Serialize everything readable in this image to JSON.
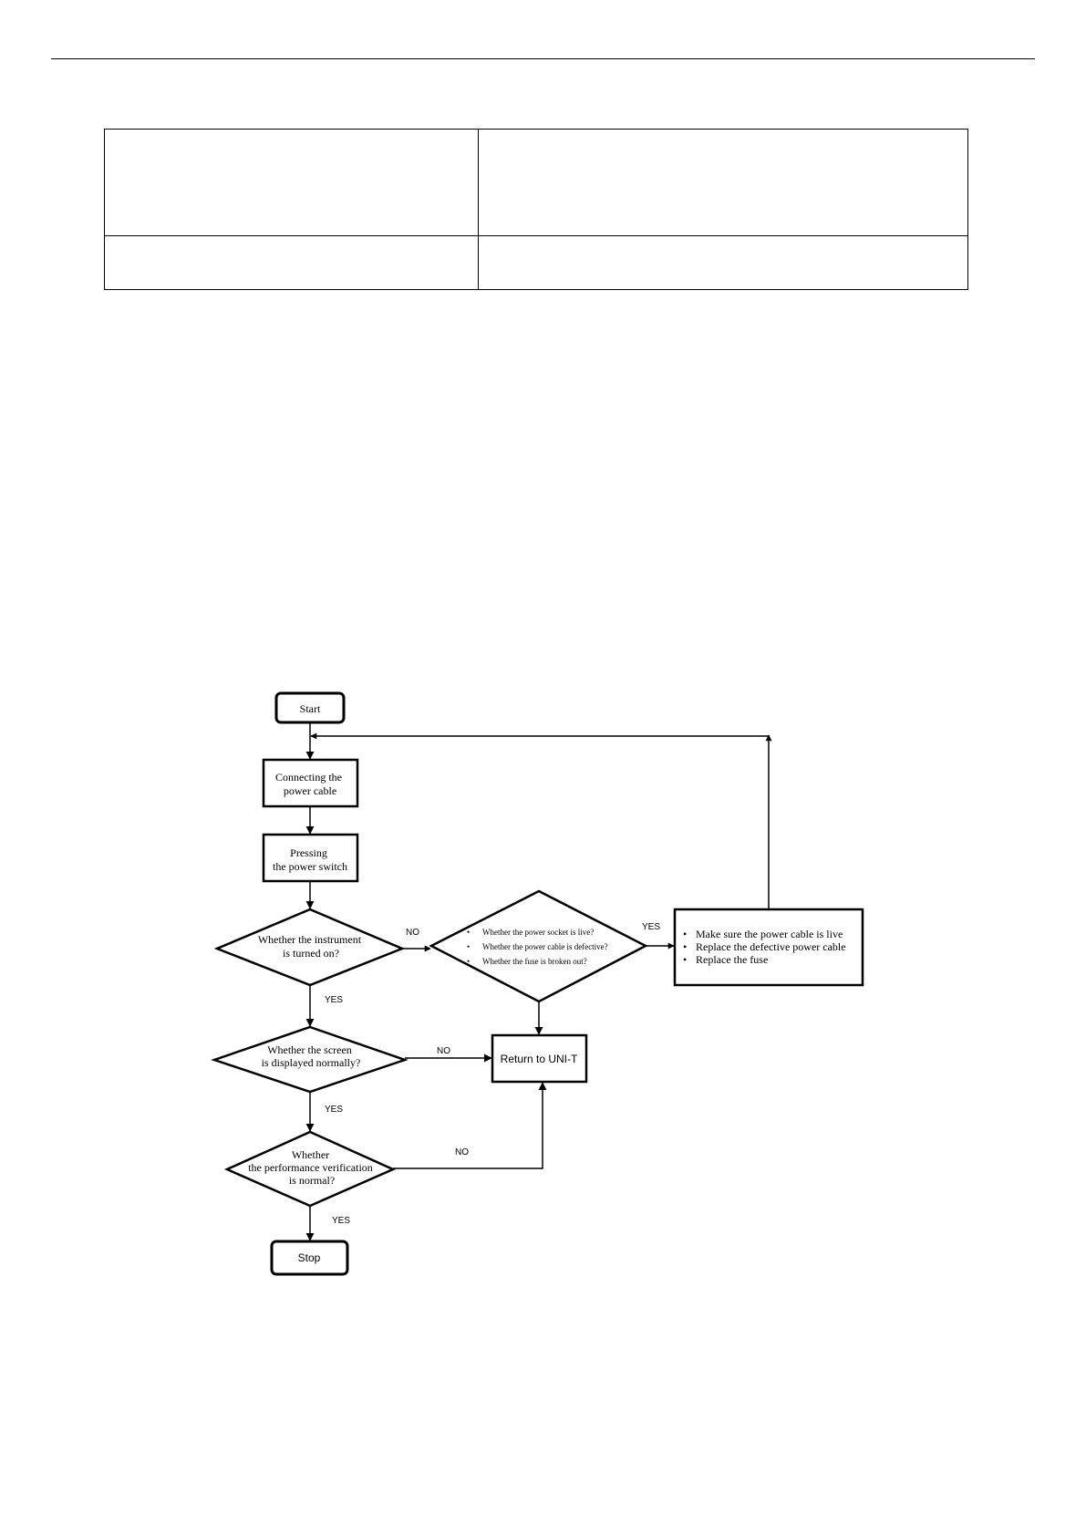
{
  "table": {
    "rows": [
      [
        "",
        ""
      ],
      [
        "",
        ""
      ]
    ]
  },
  "flowchart": {
    "start": "Start",
    "connect_cable": [
      "Connecting the",
      "power cable"
    ],
    "press_switch": [
      "Pressing",
      "the power switch"
    ],
    "q_turned_on": [
      "Whether the instrument",
      "is turned on?"
    ],
    "q_checks": [
      "Whether the power socket is live?",
      "Whether the power cable is defective?",
      "Whether the fuse is broken out?"
    ],
    "actions": [
      "Make sure the power cable is live",
      "Replace the defective power cable",
      "Replace the fuse"
    ],
    "q_screen": [
      "Whether the screen",
      "is displayed normally?"
    ],
    "return_uni_t": "Return to UNI-T",
    "q_performance": [
      "Whether",
      "the performance verification",
      "is normal?"
    ],
    "stop": "Stop",
    "labels": {
      "no_1": "NO",
      "yes_1": "YES",
      "yes_2": "YES",
      "no_2": "NO",
      "yes_3": "YES",
      "no_3": "NO",
      "yes_4": "YES"
    },
    "bullet": "•"
  }
}
